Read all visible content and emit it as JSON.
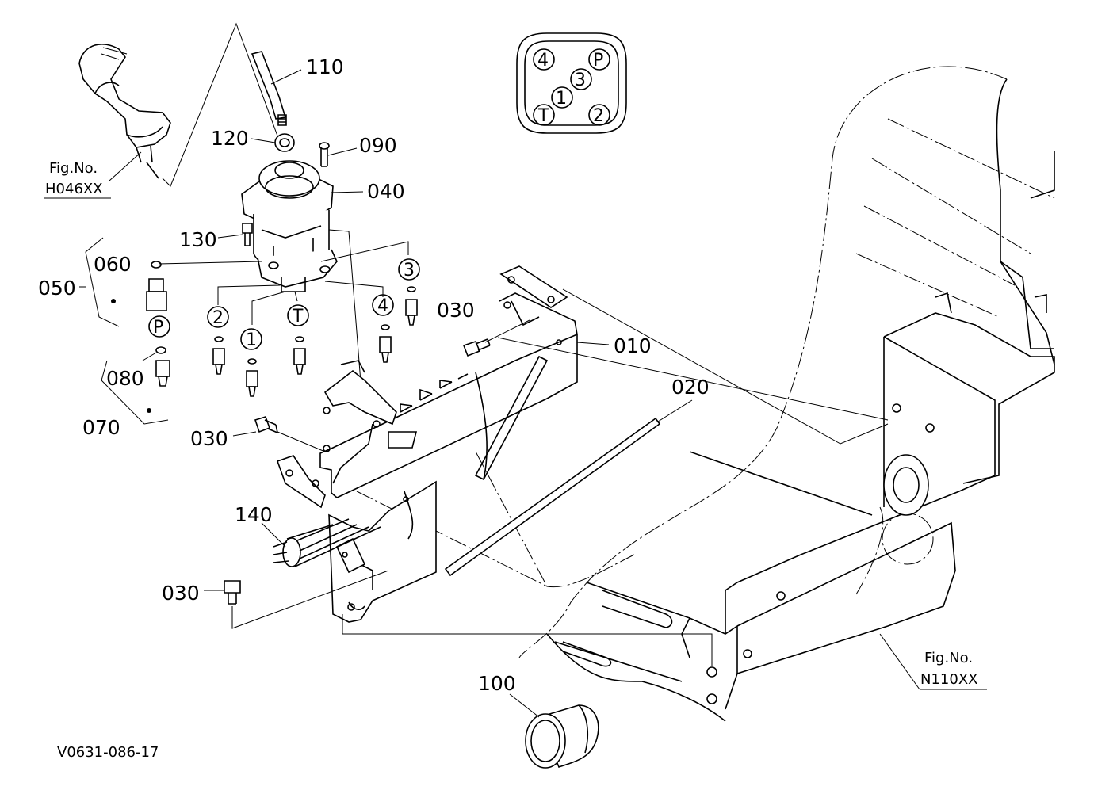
{
  "labels": {
    "p010": "010",
    "p020": "020",
    "p030a": "030",
    "p030b": "030",
    "p030c": "030",
    "p040": "040",
    "p050": "050",
    "p060": "060",
    "p070": "070",
    "p080": "080",
    "p090": "090",
    "p100": "100",
    "p110": "110",
    "p120": "120",
    "p130": "130",
    "p140": "140"
  },
  "ports": {
    "circ1": "1",
    "circ2": "2",
    "circ3": "3",
    "circ4": "4",
    "circT": "T",
    "circP": "P",
    "pat1": "1",
    "pat2": "2",
    "pat3": "3",
    "pat4": "4",
    "patT": "T",
    "patP": "P"
  },
  "refs": {
    "fig_left_title": "Fig.No.",
    "fig_left_code": "H046XX",
    "fig_right_title": "Fig.No.",
    "fig_right_code": "N110XX"
  },
  "drawing_code": "V0631-086-17"
}
